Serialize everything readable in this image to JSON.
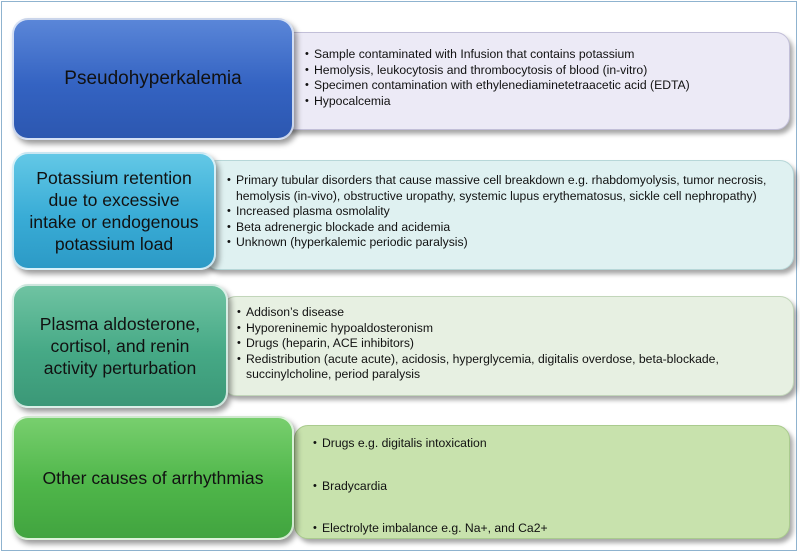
{
  "rows": [
    {
      "label": "Pseudohyperkalemia",
      "label_color": "#3463c2",
      "items": [
        "Sample contaminated with Infusion that contains potassium",
        "Hemolysis, leukocytosis and thrombocytosis of blood (in-vitro)",
        "Specimen contamination with ethylenediaminetetraacetic acid (EDTA)",
        "Hypocalcemia"
      ]
    },
    {
      "label_lines": [
        "Potassium retention",
        "due to excessive",
        "intake or endogenous",
        "potassium load"
      ],
      "label_color": "#39acd6",
      "items": [
        "Primary tubular disorders  that cause massive cell breakdown e.g. rhabdomyolysis, tumor necrosis, hemolysis (in-vivo), obstructive uropathy, systemic lupus erythematosus, sickle cell nephropathy)",
        "Increased plasma osmolality",
        "Beta adrenergic blockade and acidemia",
        "Unknown (hyperkalemic periodic paralysis)"
      ]
    },
    {
      "label_lines": [
        "Plasma aldosterone,",
        "cortisol, and renin",
        "activity perturbation"
      ],
      "label_color": "#46a986",
      "items": [
        "Addison’s disease",
        "Hyporeninemic hypoaldosteronism",
        "Drugs (heparin, ACE inhibitors)",
        "Redistribution (acute acute), acidosis, hyperglycemia, digitalis overdose, beta-blockade, succinylcholine, period paralysis"
      ]
    },
    {
      "label": "Other causes of arrhythmias",
      "label_color": "#4fb64a",
      "items": [
        "Drugs e.g. digitalis intoxication",
        "Bradycardia",
        "Electrolyte imbalance e.g. Na+,  and  Ca2+"
      ]
    }
  ]
}
